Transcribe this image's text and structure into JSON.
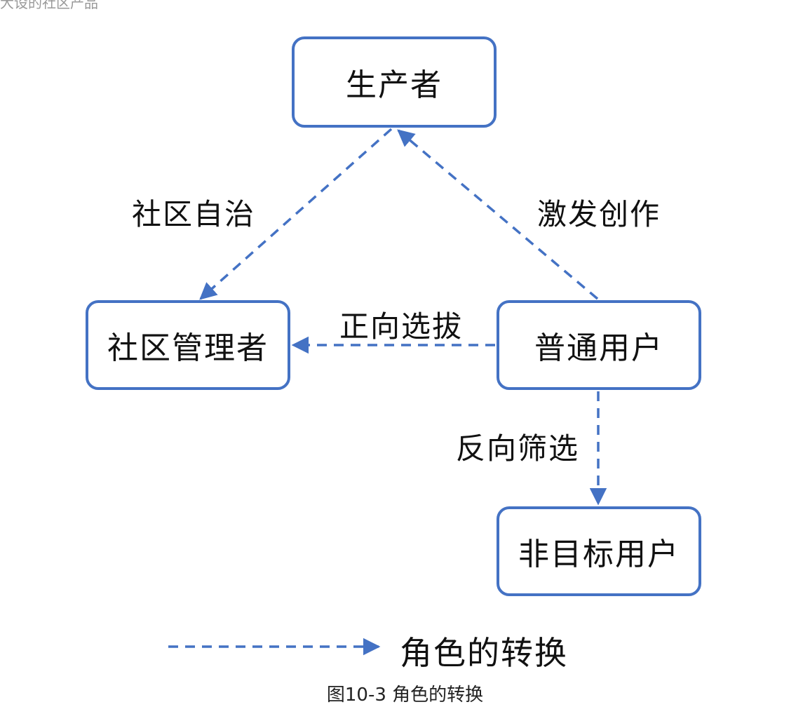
{
  "top_fragment": "大设的社区产品",
  "nodes": {
    "producer": "生产者",
    "admin": "社区管理者",
    "user": "普通用户",
    "nontarget": "非目标用户"
  },
  "edges": {
    "self_govern": "社区自治",
    "inspire": "激发创作",
    "forward_select": "正向选拔",
    "reverse_filter": "反向筛选"
  },
  "legend": {
    "label": "角色的转换"
  },
  "caption": "图10-3 角色的转换",
  "colors": {
    "accent": "#4472C4"
  }
}
